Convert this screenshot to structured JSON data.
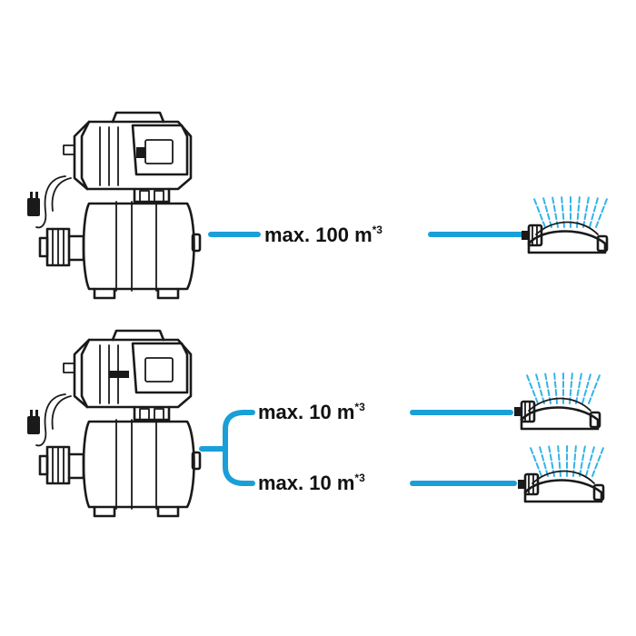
{
  "colors": {
    "hose": "#1a9fd8",
    "spray": "#33b4e8",
    "ink": "#1a1a1a",
    "background": "#ffffff"
  },
  "icons": {
    "pump": "pressure-tank-pump-icon",
    "sprinkler": "oscillating-sprinkler-icon",
    "plug": "power-plug-icon"
  },
  "top": {
    "label_text": "max. 100 m",
    "label_sup": "*3"
  },
  "bottom": {
    "branch_upper": {
      "label_text": "max. 10 m",
      "label_sup": "*3"
    },
    "branch_lower": {
      "label_text": "max. 10 m",
      "label_sup": "*3"
    }
  }
}
